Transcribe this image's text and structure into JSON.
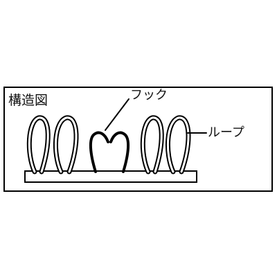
{
  "diagram": {
    "title": "構造図",
    "hook_label": "フック",
    "loop_label": "ループ"
  },
  "colors": {
    "stroke": "#000000",
    "background": "#ffffff"
  }
}
